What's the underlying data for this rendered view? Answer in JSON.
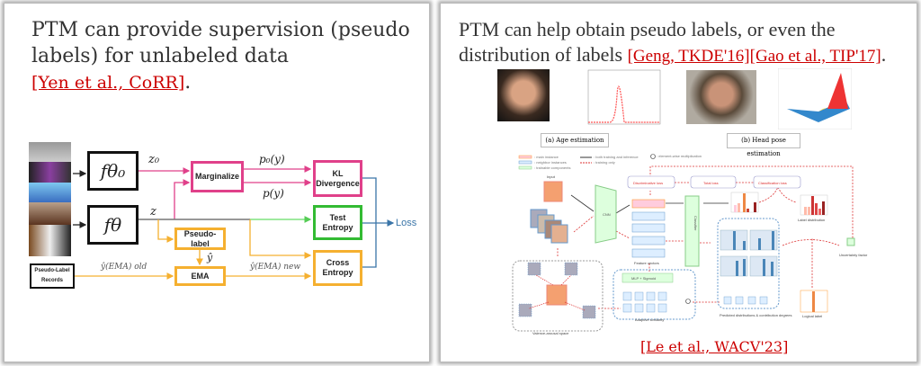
{
  "left_slide": {
    "title": "PTM can provide supervision (pseudo labels) for unlabeled data ",
    "citation": "[Yen et al., CoRR]",
    "trailing": ".",
    "diagram": {
      "f_theta0": "fθ₀",
      "f_theta": "fθ",
      "z0": "z₀",
      "z": "z",
      "p0y": "p₀(y)",
      "py": "p(y)",
      "yhat": "ŷ",
      "y_old": "ŷ(EMA) old",
      "y_new": "ŷ(EMA) new",
      "marginalize": "Marginalize",
      "kl": "KL Divergence",
      "test_entropy": "Test Entropy",
      "cross_entropy": "Cross Entropy",
      "pseudo_label": "Pseudo-label",
      "ema": "EMA",
      "records": "Pseudo-Label Records",
      "loss": "Loss"
    }
  },
  "right_slide": {
    "title": "PTM can help obtain pseudo labels, or even the distribution of labels ",
    "citation1": "[Geng, TKDE'16]",
    "citation2": "[Gao et al., TIP'17]",
    "trailing": ".",
    "caption_a": "(a) Age estimation",
    "caption_b": "(b) Head pose estimation",
    "legend": {
      "main": ": main instance",
      "neighbor": ": neighbor instances",
      "trainable": ": trainable components",
      "both": ": both training and inference",
      "training": ": training only",
      "mult": ": element-wise multiplication"
    },
    "diagram": {
      "input": "Input",
      "cnn": "CNN",
      "feature_vectors": "Feature vectors",
      "classifier": "Classifier",
      "disc_loss": "Discriminative loss",
      "total_loss": "Total loss",
      "class_loss": "Classification loss",
      "label_distribution": "Label distribution",
      "uncertainty": "Uncertainty factor",
      "logical_label": "Logical label",
      "predicted": "Predicted distributions & contribution degrees",
      "mlp": "MLP + Sigmoid",
      "adaptive": "Adaptive similarity",
      "valence": "Valence-arousal space"
    },
    "bottom_citation": "[Le et al., WACV'23]"
  }
}
